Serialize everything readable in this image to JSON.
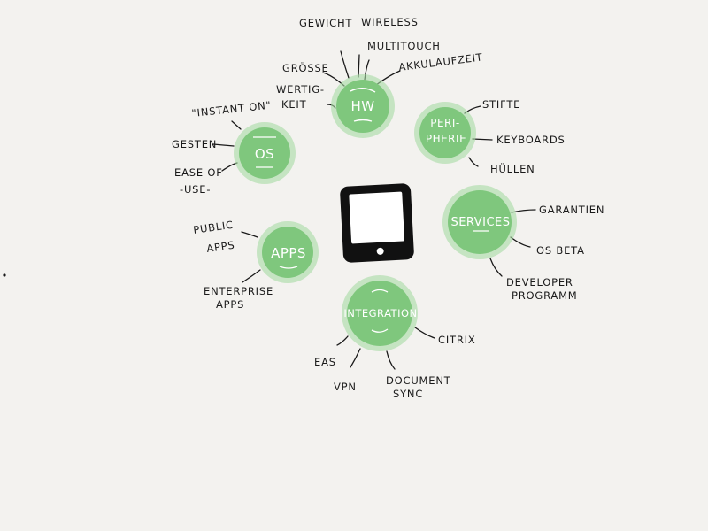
{
  "diagram": {
    "center": {
      "icon": "tablet-icon"
    },
    "accent_color": "#7fc77d",
    "hubs": [
      {
        "id": "hw",
        "label": "HW",
        "leaves": [
          "GEWICHT",
          "WIRELESS",
          "MULTITOUCH",
          "GRÖSSE",
          "AKKULAUFZEIT",
          "WERTIG-",
          "KEIT"
        ]
      },
      {
        "id": "os",
        "label": "OS",
        "leaves": [
          "\"INSTANT ON\"",
          "GESTEN",
          "EASE OF",
          "-USE-"
        ]
      },
      {
        "id": "peripherie",
        "label": "PERI-",
        "label2": "PHERIE",
        "leaves": [
          "STIFTE",
          "KEYBOARDS",
          "HÜLLEN"
        ]
      },
      {
        "id": "services",
        "label": "SERVICES",
        "leaves": [
          "GARANTIEN",
          "OS BETA",
          "DEVELOPER",
          "PROGRAMM"
        ]
      },
      {
        "id": "apps",
        "label": "APPS",
        "leaves": [
          "PUBLIC",
          "APPS",
          "ENTERPRISE",
          "APPS"
        ]
      },
      {
        "id": "integration",
        "label": "INTEGRATION",
        "leaves": [
          "CITRIX",
          "EAS",
          "VPN",
          "DOCUMENT",
          "SYNC"
        ]
      }
    ]
  }
}
